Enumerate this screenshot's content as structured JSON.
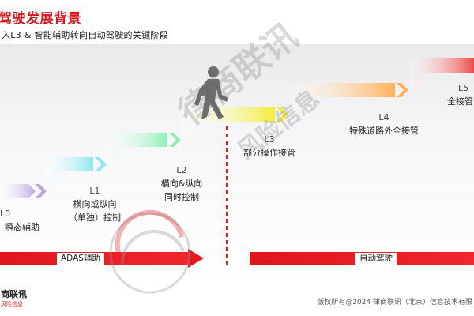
{
  "header": {
    "title": "驾驶发展背景",
    "subtitle": "入L3 & 智能辅助转向自动驾驶的关键阶段"
  },
  "stages": [
    {
      "level": "L0",
      "desc_lines": [
        "瞬态辅助"
      ],
      "color": "#b9a7dd"
    },
    {
      "level": "L1",
      "desc_lines": [
        "横向或纵向",
        "（单独）控制"
      ],
      "color": "#8fe6f2"
    },
    {
      "level": "L2",
      "desc_lines": [
        "横向&纵向",
        "同时控制"
      ],
      "color": "#8ef0b8"
    },
    {
      "level": "L3",
      "desc_lines": [
        "部分操作接管"
      ],
      "color": "#f4ef3a"
    },
    {
      "level": "L4",
      "desc_lines": [
        "特殊道路外全接管"
      ],
      "color": "#fbb255"
    },
    {
      "level": "L5",
      "desc_lines": [
        "全接管"
      ],
      "color": "#f04b4b"
    }
  ],
  "phases": {
    "adas_label": "ADAS辅助",
    "auto_label": "自动驾驶",
    "bar_color": "#e8181f"
  },
  "divider_color": "#e8181f",
  "watermark": {
    "main": "律商联讯",
    "sub": "风险信息"
  },
  "footer": {
    "logo_name": "商联讯",
    "logo_tag": "风险信息",
    "copyright": "版权所有@2024 律商联讯（北京）信息技术有限"
  }
}
